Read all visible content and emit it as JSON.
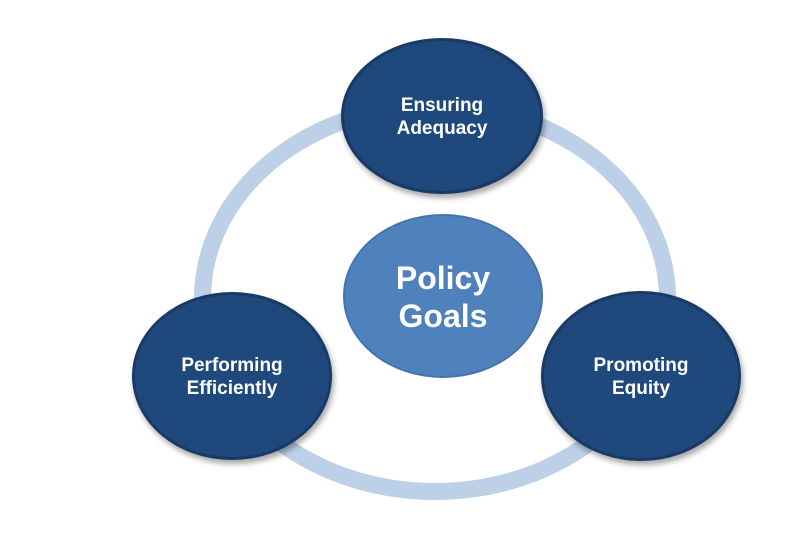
{
  "diagram": {
    "center": {
      "label": "Policy\nGoals"
    },
    "goals": [
      {
        "label": "Ensuring\nAdequacy"
      },
      {
        "label": "Performing\nEfficiently"
      },
      {
        "label": "Promoting\nEquity"
      }
    ],
    "colors": {
      "node_dark": "#1f497d",
      "node_center": "#4f81bd",
      "ring": "#bcd0e7",
      "text": "#ffffff"
    }
  }
}
